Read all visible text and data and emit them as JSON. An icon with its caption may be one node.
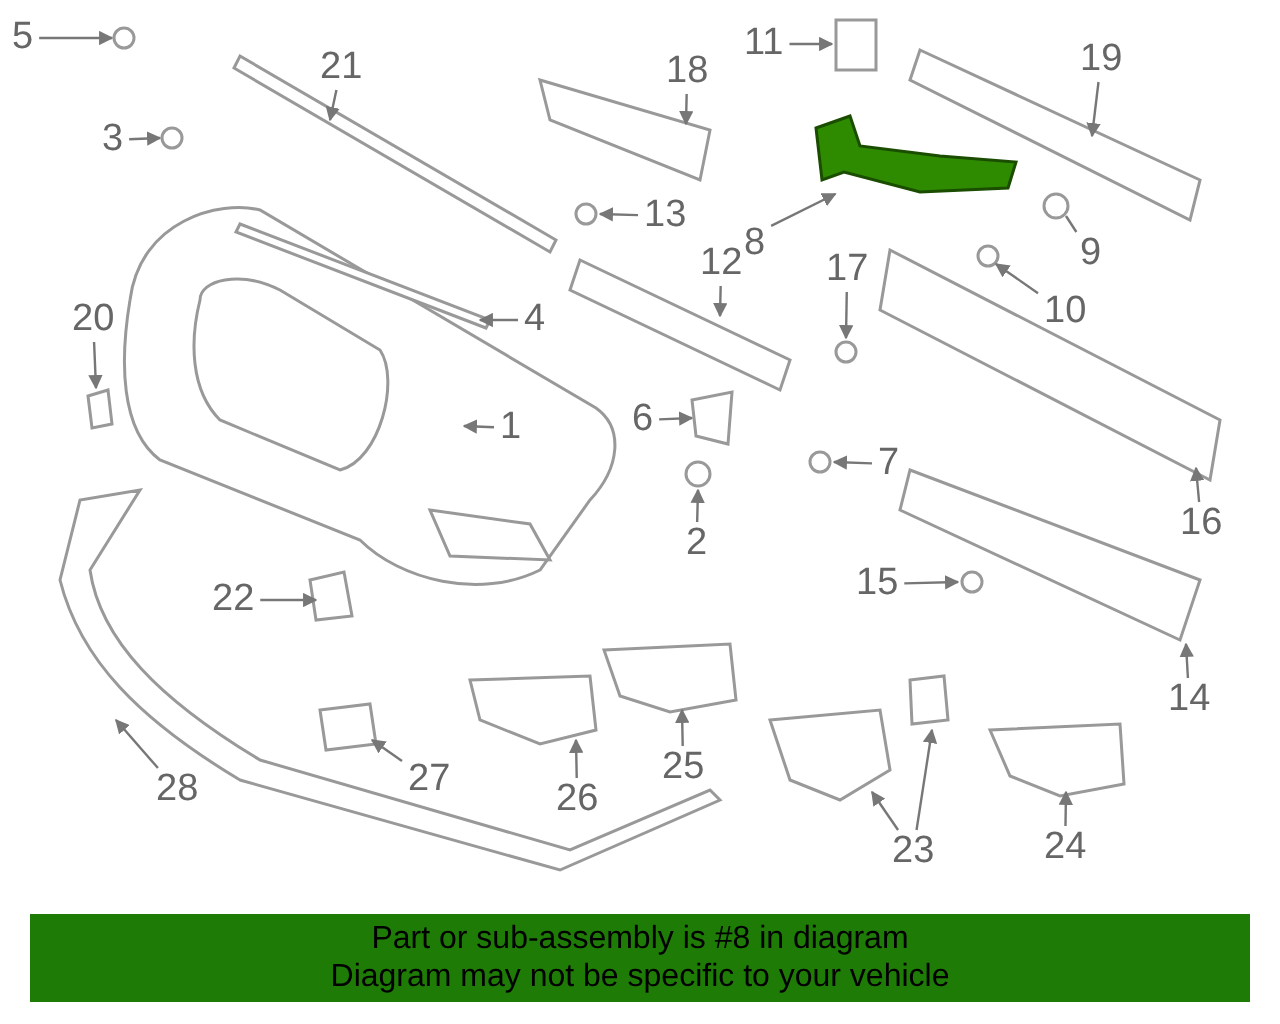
{
  "diagram": {
    "nodes": [
      {
        "text": [
          "5"
        ]
      },
      {
        "text": [
          "21"
        ]
      },
      {
        "text": [
          "18"
        ]
      },
      {
        "text": [
          "11"
        ]
      },
      {
        "text": [
          "19"
        ]
      },
      {
        "text": [
          "3"
        ]
      },
      {
        "text": [
          "8"
        ]
      },
      {
        "text": [
          "13"
        ]
      },
      {
        "text": [
          "9"
        ]
      },
      {
        "text": [
          "12"
        ]
      },
      {
        "text": [
          "17"
        ]
      },
      {
        "text": [
          "10"
        ]
      },
      {
        "text": [
          "4"
        ]
      },
      {
        "text": [
          "20"
        ]
      },
      {
        "text": [
          "6"
        ]
      },
      {
        "text": [
          "1"
        ]
      },
      {
        "text": [
          "7"
        ]
      },
      {
        "text": [
          "2"
        ]
      },
      {
        "text": [
          "16"
        ]
      },
      {
        "text": [
          "15"
        ]
      },
      {
        "text": [
          "22"
        ]
      },
      {
        "text": [
          "14"
        ]
      },
      {
        "text": [
          "28"
        ]
      },
      {
        "text": [
          "27"
        ]
      },
      {
        "text": [
          "26"
        ]
      },
      {
        "text": [
          "25"
        ]
      },
      {
        "text": [
          "23"
        ]
      },
      {
        "text": [
          "24"
        ]
      },
      {
        "text": [
          "Part or sub-assembly is #8 in diagram",
          "Diagram may not be specific to your vehicle"
        ]
      },
      {
        "text": [],
        "shape": "picture"
      }
    ],
    "edges": [
      {
        "from": 0,
        "to": null,
        "arrow": "to"
      },
      {
        "from": 1,
        "to": null,
        "arrow": "to"
      },
      {
        "from": 2,
        "to": null,
        "arrow": "to"
      },
      {
        "from": 3,
        "to": null,
        "arrow": "to"
      },
      {
        "from": 4,
        "to": null,
        "arrow": "to"
      },
      {
        "from": 5,
        "to": null,
        "arrow": "to"
      },
      {
        "from": 6,
        "to": 29,
        "arrow": "to"
      },
      {
        "from": 7,
        "to": null,
        "arrow": "to"
      },
      {
        "from": 8,
        "to": null,
        "arrow": "none"
      },
      {
        "from": 9,
        "to": null,
        "arrow": "to"
      },
      {
        "from": 10,
        "to": null,
        "arrow": "to"
      },
      {
        "from": 11,
        "to": null,
        "arrow": "to"
      },
      {
        "from": 12,
        "to": null,
        "arrow": "to"
      },
      {
        "from": 13,
        "to": null,
        "arrow": "to"
      },
      {
        "from": 14,
        "to": null,
        "arrow": "to"
      },
      {
        "from": 15,
        "to": null,
        "arrow": "to"
      },
      {
        "from": 16,
        "to": null,
        "arrow": "to"
      },
      {
        "from": 17,
        "to": null,
        "arrow": "to"
      },
      {
        "from": 18,
        "to": null,
        "arrow": "to"
      },
      {
        "from": 19,
        "to": null,
        "arrow": "to"
      },
      {
        "from": 20,
        "to": null,
        "arrow": "to"
      },
      {
        "from": 21,
        "to": null,
        "arrow": "to"
      },
      {
        "from": 22,
        "to": null,
        "arrow": "to"
      },
      {
        "from": 23,
        "to": null,
        "arrow": "to"
      },
      {
        "from": 24,
        "to": null,
        "arrow": "to"
      },
      {
        "from": 25,
        "to": null,
        "arrow": "to"
      },
      {
        "from": 26,
        "to": null,
        "arrow": "to"
      },
      {
        "from": 26,
        "to": null,
        "arrow": "to"
      },
      {
        "from": 27,
        "to": null,
        "arrow": "to"
      }
    ]
  }
}
